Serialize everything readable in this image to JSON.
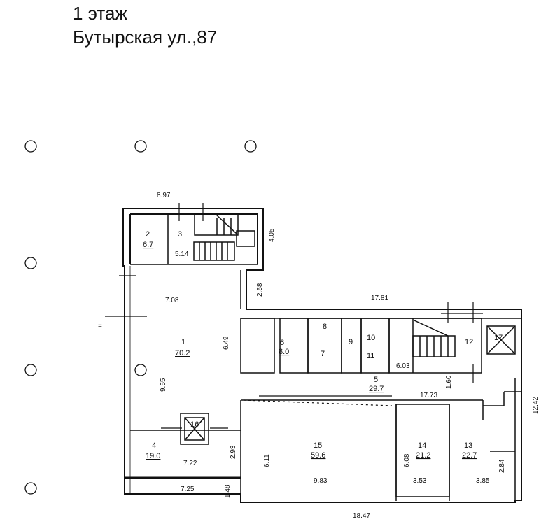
{
  "header": {
    "floor": "1 этаж",
    "address": "Бутырская ул.,87"
  },
  "rooms": [
    {
      "id": "r1",
      "number": "1",
      "area": "70.2"
    },
    {
      "id": "r2",
      "number": "2",
      "area": "6.7"
    },
    {
      "id": "r3",
      "number": "3",
      "area": ""
    },
    {
      "id": "r4",
      "number": "4",
      "area": "19.0"
    },
    {
      "id": "r5",
      "number": "5",
      "area": "29.7"
    },
    {
      "id": "r6",
      "number": "6",
      "area": "8.0"
    },
    {
      "id": "r7",
      "number": "7",
      "area": ""
    },
    {
      "id": "r8",
      "number": "8",
      "area": ""
    },
    {
      "id": "r9",
      "number": "9",
      "area": ""
    },
    {
      "id": "r10",
      "number": "10",
      "area": ""
    },
    {
      "id": "r11",
      "number": "11",
      "area": ""
    },
    {
      "id": "r12",
      "number": "12",
      "area": ""
    },
    {
      "id": "r13",
      "number": "13",
      "area": "22.7"
    },
    {
      "id": "r14",
      "number": "14",
      "area": "21.2"
    },
    {
      "id": "r15",
      "number": "15",
      "area": "59.6"
    },
    {
      "id": "r16",
      "number": "16",
      "area": ""
    },
    {
      "id": "r17",
      "number": "17",
      "area": ""
    }
  ],
  "dimensions": [
    "8.97",
    "4.05",
    "5.14",
    "2.58",
    "7.08",
    "17.81",
    "6.49",
    "9.55",
    "1.60",
    "17.73",
    "6.03",
    "12.42",
    "6.11",
    "6.08",
    "2.93",
    "7.22",
    "7.25",
    "9.83",
    "3.53",
    "3.85",
    "2.84",
    "1.48",
    "18.47"
  ],
  "marker": "="
}
